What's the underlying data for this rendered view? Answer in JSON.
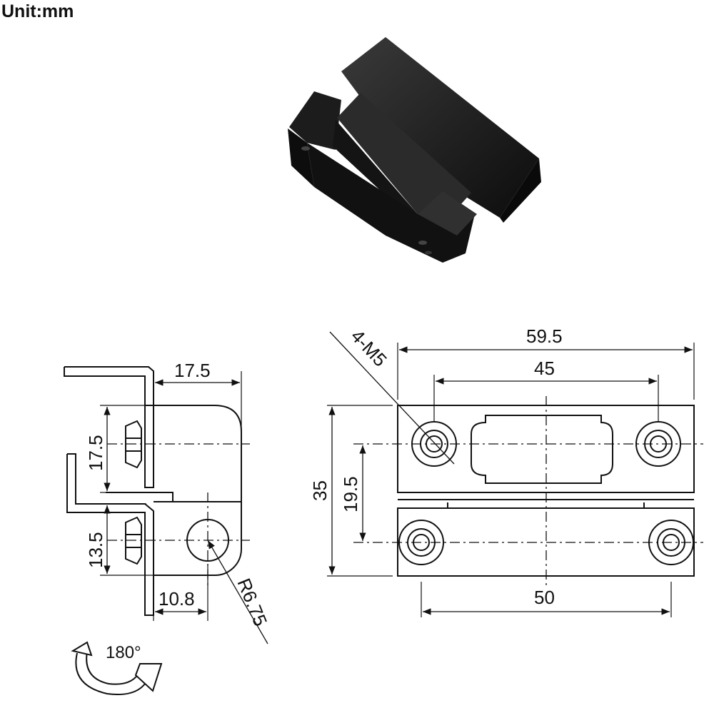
{
  "header": {
    "unit_label": "Unit:mm"
  },
  "product_photo": {
    "subject": "black hinge",
    "icon": "hinge-photo"
  },
  "side_view": {
    "dims": {
      "width_top": "17.5",
      "height_upper": "17.5",
      "height_lower": "13.5",
      "offset_bottom": "10.8",
      "radius": "R6.75"
    },
    "rotation_label": "180°",
    "rotation_icon": "rotate-arrow-icon"
  },
  "front_view": {
    "dims": {
      "overall_width": "59.5",
      "slot_width": "45",
      "height": "35",
      "center_offset": "19.5",
      "hole_spacing": "50",
      "hole_callout": "4-M5"
    }
  },
  "colors": {
    "line": "#111111",
    "hinge": "#151515",
    "background": "#ffffff"
  }
}
